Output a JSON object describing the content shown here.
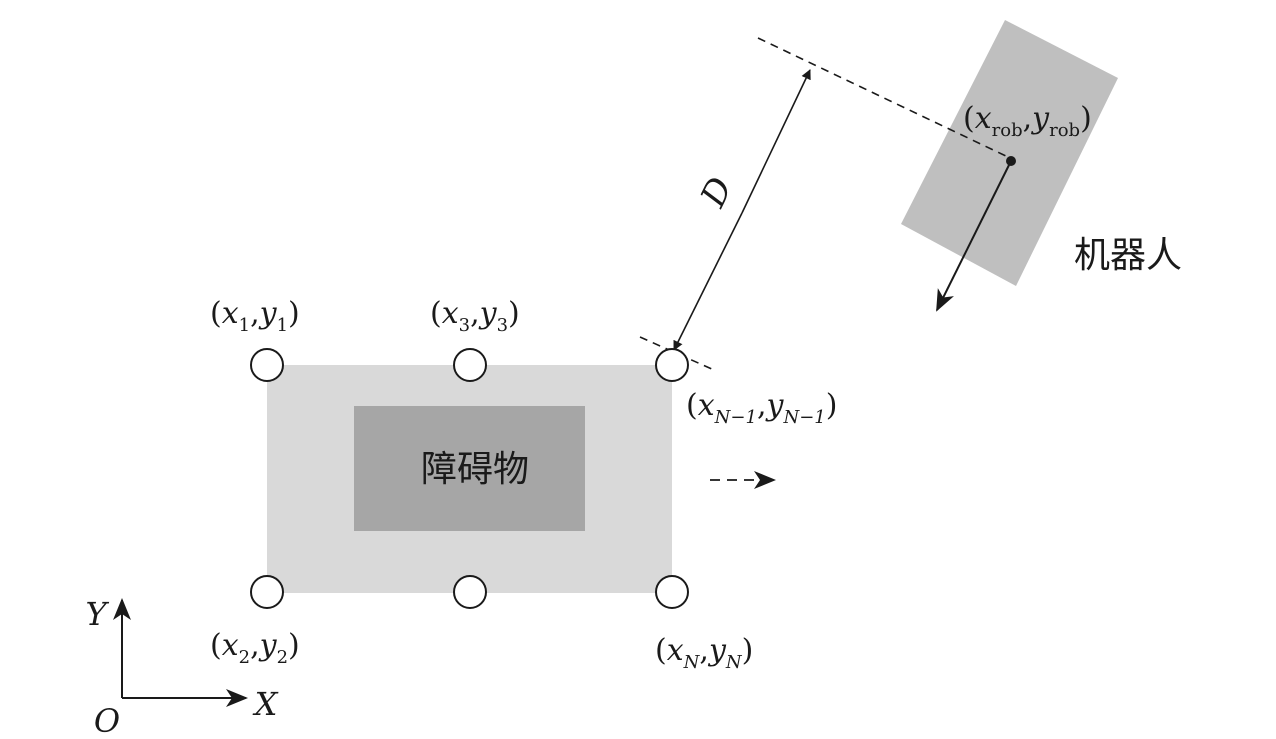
{
  "obstacle": {
    "label": "障碍物",
    "outer_fill": "#d9d9d9",
    "inner_fill": "#a6a6a6"
  },
  "robot": {
    "label": "机器人",
    "fill": "#bfbfbf",
    "pos_x_sub": "rob",
    "pos_y_sub": "rob"
  },
  "distance_label": "D",
  "axes": {
    "y": "Y",
    "x": "X",
    "origin": "O"
  },
  "points": [
    {
      "x_sub": "1",
      "y_sub": "1"
    },
    {
      "x_sub": "3",
      "y_sub": "3"
    },
    {
      "x_sub": "N−1",
      "y_sub": "N−1"
    },
    {
      "x_sub": "2",
      "y_sub": "2"
    },
    {
      "x_sub": "N",
      "y_sub": "N"
    }
  ],
  "colors": {
    "line": "#1a1a1a",
    "text": "#1a1a1a"
  }
}
